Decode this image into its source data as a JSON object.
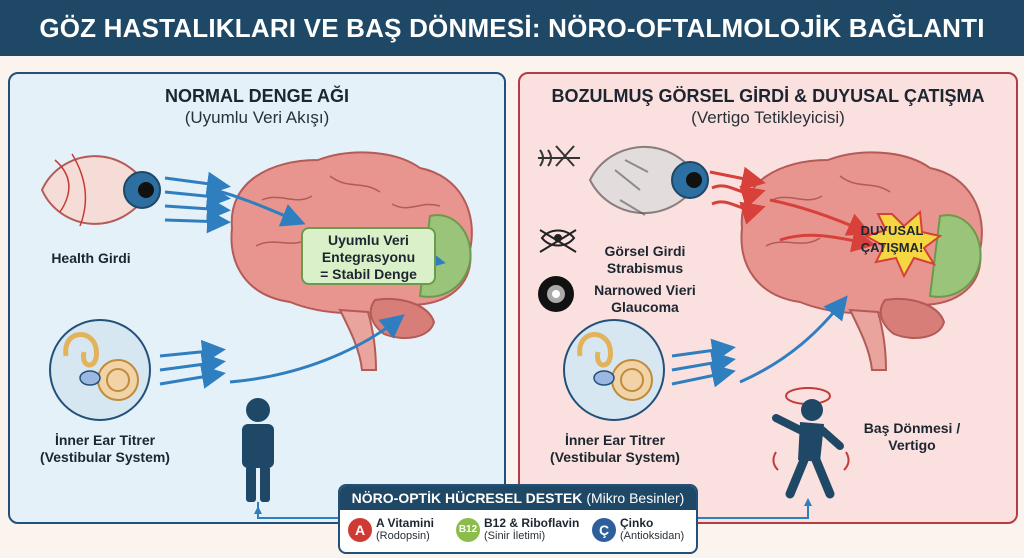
{
  "header": {
    "title": "GÖZ HASTALIKLARI VE BAŞ DÖNMESİ: NÖRO-OFTALMOLOJİK BAĞLANTI"
  },
  "left_panel": {
    "title": "NORMAL DENGE AĞI",
    "subtitle": "(Uyumlu Veri Akışı)",
    "eye_label": "Health Girdi",
    "ear_label_line1": "İnner Ear Titrer",
    "ear_label_line2": "(Vestibular System)",
    "integration_line1": "Uyumlu Veri",
    "integration_line2": "Entegrasyonu",
    "integration_line3": "= Stabil Denge"
  },
  "right_panel": {
    "title": "BOZULMUŞ GÖRSEL GİRDİ & DUYUSAL ÇATIŞMA",
    "subtitle": "(Vertigo Tetikleyicisi)",
    "strabismus_line1": "Görsel Girdi",
    "strabismus_line2": "Strabismus",
    "glaucoma_line1": "Narnowed Vieri",
    "glaucoma_line2": "Glaucoma",
    "conflict_line1": "DUYUSAL",
    "conflict_line2": "ÇATIŞMA!",
    "ear_label_line1": "İnner Ear Titrer",
    "ear_label_line2": "(Vestibular System)",
    "vertigo_line1": "Baş Dönmesi /",
    "vertigo_line2": "Vertigo"
  },
  "bottom_box": {
    "title_bold": "NÖRO-OPTİK HÜCRESEL DESTEK",
    "title_light": "(Mikro Besinler)",
    "nutrients": [
      {
        "badge": "A",
        "name": "A Vitamini",
        "sub": "(Rodopsin)",
        "color": "#cf3a35"
      },
      {
        "badge": "B12",
        "name": "B12 & Riboflavin",
        "sub": "(Sinir İletimi)",
        "color": "#8cbd4a"
      },
      {
        "badge": "Ç",
        "name": "Çinko",
        "sub": "(Antioksidan)",
        "color": "#2e5f9d"
      }
    ]
  },
  "colors": {
    "header": "#1f4866",
    "left_border": "#23507a",
    "right_border": "#b63c44",
    "brain": "#e8958f",
    "green_lobe": "#9ac47a",
    "arrow_blue": "#2f7fc0",
    "arrow_red": "#d8403a"
  }
}
